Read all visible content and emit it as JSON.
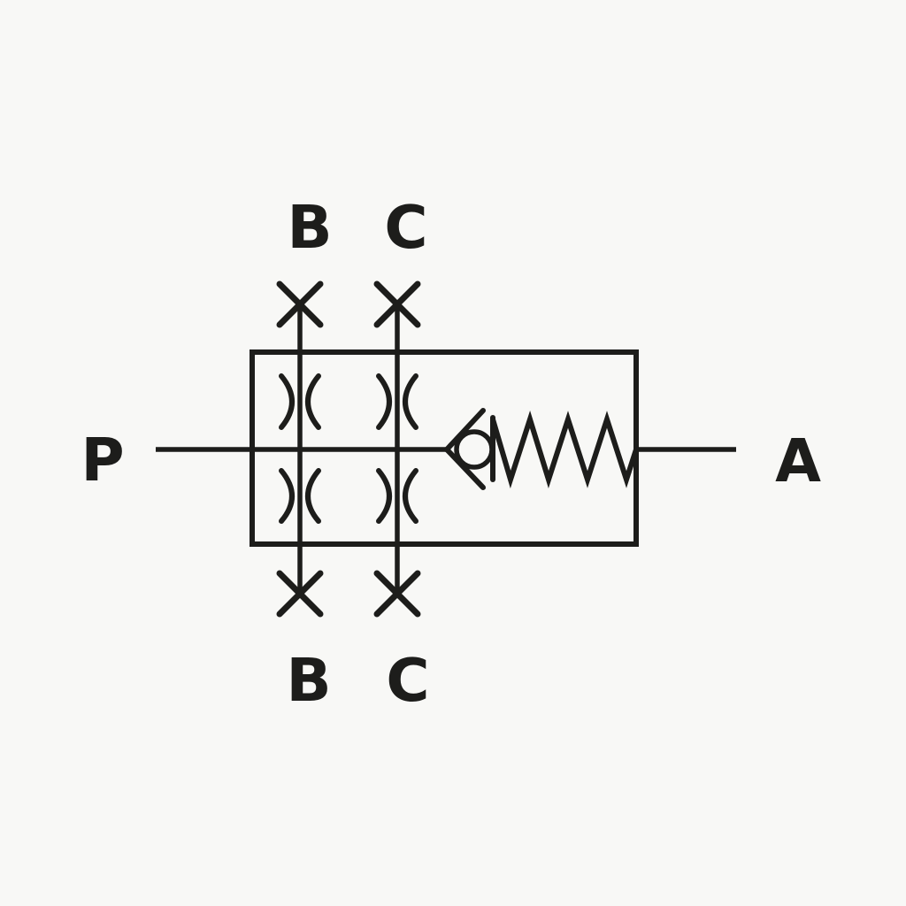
{
  "ports": {
    "p": "P",
    "a": "A",
    "b_top": "B",
    "c_top": "C",
    "b_bottom": "B",
    "c_bottom": "C"
  },
  "colors": {
    "background": "#f8f8f6",
    "line": "#1d1d1b"
  },
  "symbols": {
    "valve_body": "rectangle-enclosure",
    "blocked_port": "x-cross",
    "orifice_restriction": "facing-arcs",
    "check_valve": "ball-in-v-seat",
    "spring": "zigzag-coil"
  }
}
